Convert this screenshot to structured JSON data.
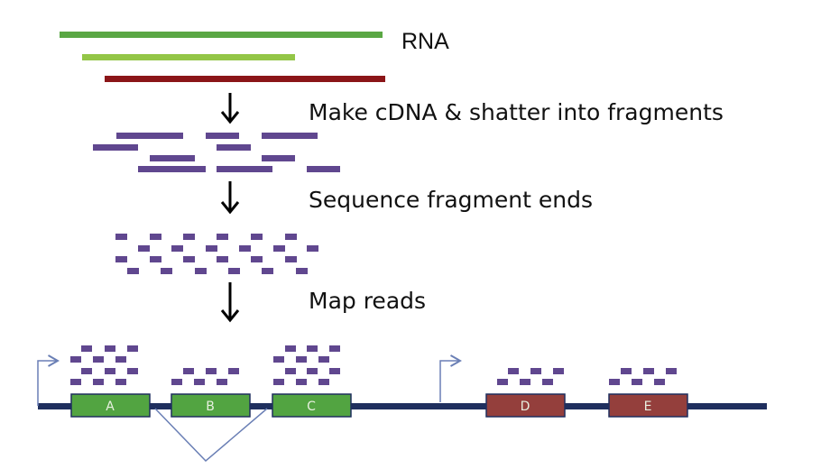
{
  "labels": {
    "rna": "RNA",
    "step1": "Make cDNA & shatter into fragments",
    "step2": "Sequence fragment ends",
    "step3": "Map reads"
  },
  "exons": [
    {
      "label": "A",
      "color": "#52a441"
    },
    {
      "label": "B",
      "color": "#52a441"
    },
    {
      "label": "C",
      "color": "#52a441"
    },
    {
      "label": "D",
      "color": "#943f3c"
    },
    {
      "label": "E",
      "color": "#943f3c"
    }
  ],
  "colors": {
    "rna_1": "#5aa744",
    "rna_2": "#93c647",
    "rna_3": "#8b1518",
    "fragment": "#60478f",
    "genome_line": "#1f2f5e",
    "annotation_line": "#6a7fb5",
    "arrow": "#000000"
  }
}
